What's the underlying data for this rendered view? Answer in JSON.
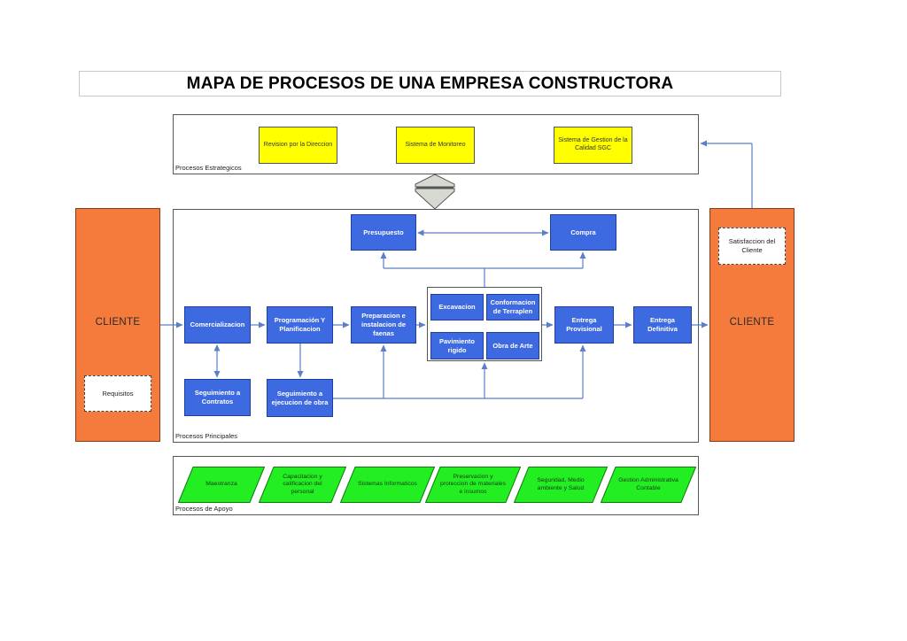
{
  "title": "MAPA DE PROCESOS DE UNA EMPRESA CONSTRUCTORA",
  "colors": {
    "blue": "#3d69e1",
    "yellow": "#ffff00",
    "orange": "#f47b3c",
    "green": "#22ee22",
    "arrow": "#5b7fc8"
  },
  "strategic": {
    "label": "Procesos Estrategicos",
    "boxes": [
      "Revision por la Direccion",
      "Sistema de Monitoreo",
      "Sistema de Gestion de la Calidad SGC"
    ]
  },
  "principal": {
    "label": "Procesos Principales",
    "presupuesto": "Presupuesto",
    "compra": "Compra",
    "comercializacion": "Comercializacion",
    "programacion": "Programación Y Planificacion",
    "preparacion": "Preparacion e instalacion de faenas",
    "excavacion": "Excavacion",
    "conformacion": "Conformacion de Terraplen",
    "pavimento": "Pavimiento rigido",
    "obra_arte": "Obra de Arte",
    "entrega_provisional": "Entrega Provisional",
    "entrega_definitiva": "Entrega Definitiva",
    "seguimiento_contratos": "Seguimiento a Contratos",
    "seguimiento_obra": "Seguimiento a ejecucion de obra"
  },
  "client_left": {
    "label": "CLIENTE",
    "note": "Requisitos"
  },
  "client_right": {
    "label": "CLIENTE",
    "note": "Satisfaccion del Cliente"
  },
  "support": {
    "label": "Procesos de Apoyo",
    "items": [
      "Maestranza",
      "Capacitacion y calificacion del personal",
      "Sistemas Informaticos",
      "Preservacion y proteccion de materiales e insumos",
      "Seguridad, Medio ambiente y Salud",
      "Gestion Administrativa Contable"
    ]
  }
}
